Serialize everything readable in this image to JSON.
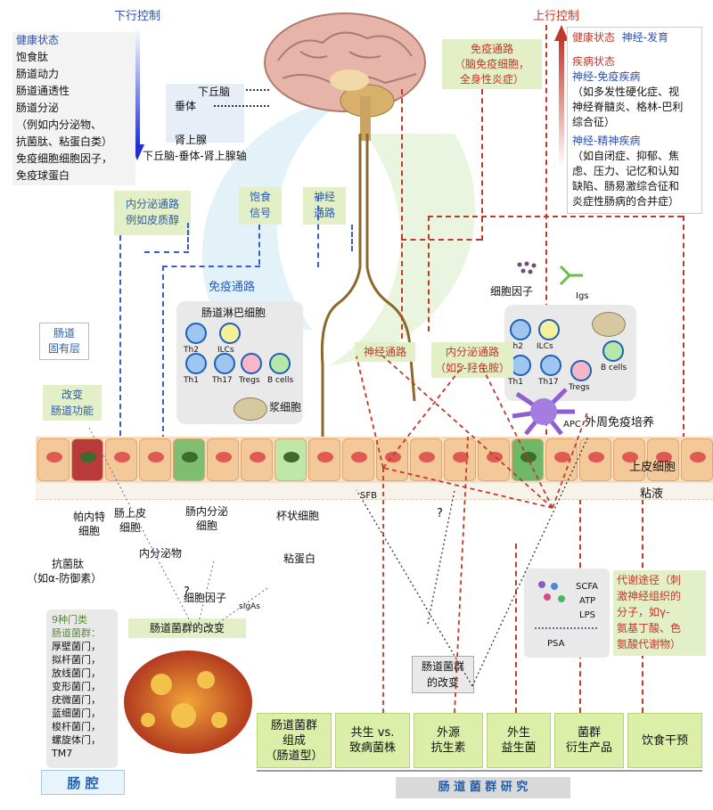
{
  "top": {
    "down_title": "下行控制",
    "up_title": "上行控制"
  },
  "left_panel": {
    "title": "健康状态",
    "items": [
      "饱食肽",
      "肠道动力",
      "肠道通透性",
      "肠道分泌",
      "（例如内分泌物、",
      "抗菌肽、粘蛋白类）",
      "免疫细胞细胞因子，",
      "免疫球蛋白"
    ]
  },
  "right_panel": {
    "health": "健康状态",
    "neuro_dev": "神经-发育",
    "disease": "疾病状态",
    "neuro_immune": "神经-免疫疾病",
    "neuro_immune_desc": [
      "（如多发性硬化症、视",
      "神经脊髓炎、格林-巴利",
      "综合征）"
    ],
    "neuro_psych": "神经-精神疾病",
    "neuro_psych_desc": [
      "（如自闭症、抑郁、焦",
      "虑、压力、记忆和认知",
      "缺陷、肠易激综合征和",
      "炎症性肠病的合并症）"
    ]
  },
  "brain": {
    "hypothalamus": "下丘脑",
    "pituitary": "垂体",
    "adrenal": "肾上腺",
    "hpa_axis": "下丘脑-垂体-肾上腺轴"
  },
  "pathways": {
    "immune_top": [
      "免疫通路",
      "（脑免疫细胞，",
      "全身性炎症）"
    ],
    "endocrine": [
      "内分泌通路",
      "例如皮质醇"
    ],
    "satiety": [
      "饱食",
      "信号"
    ],
    "neural": [
      "神经",
      "通路"
    ],
    "immune_mid": "免疫通路",
    "neural_red": "神经通路",
    "endocrine_red": [
      "内分泌通路",
      "（如5-羟色胺）"
    ]
  },
  "lymph": {
    "title": "肠道淋巴细胞",
    "cells": [
      "Th2",
      "ILCs",
      "Th1",
      "Th17",
      "Tregs",
      "B cells"
    ],
    "plasma": "浆细胞"
  },
  "right_immune": {
    "cytokines": "细胞因子",
    "igs": "Igs",
    "cells": [
      "Th2",
      "ILCs",
      "Th1",
      "Th17",
      "Tregs",
      "B cells"
    ],
    "apc": "APC",
    "peripheral": "外周免疫培养"
  },
  "gut": {
    "lamina": [
      "肠道",
      "固有层"
    ],
    "change_function": [
      "改变",
      "肠道功能"
    ],
    "epithelium": "上皮细胞",
    "mucus": "粘液",
    "paneth": [
      "帕内特",
      "细胞"
    ],
    "epithelial": [
      "肠上皮",
      "细胞"
    ],
    "endocrine_cell": [
      "肠内分泌",
      "细胞"
    ],
    "goblet": "杯状细胞",
    "sfb": "SFB",
    "question1": "?",
    "question2": "?",
    "amp": "抗菌肽",
    "amp_example": "（如α-防御素）",
    "endocrine_secret": "内分泌物",
    "cytokines2": "细胞因子",
    "mucin": "粘蛋白",
    "siga": "sIgAs",
    "microbiota_change": "肠道菌群的改变"
  },
  "phyla": {
    "title": [
      "9种门类",
      "肠道菌群："
    ],
    "items": [
      "厚壁菌门，",
      "拟杆菌门，",
      "放线菌门，",
      "变形菌门，",
      "疣微菌门，",
      "蓝细菌门，",
      "梭杆菌门，",
      "螺旋体门，",
      "TM7"
    ]
  },
  "lumen": "肠  腔",
  "metabolic": {
    "scfa": "SCFA",
    "atp": "ATP",
    "lps": "LPS",
    "psa": "PSA",
    "desc": [
      "代谢途径（刺",
      "激神经组织的",
      "分子，如γ-",
      "氨基丁酸、色",
      "氨酸代谢物）"
    ]
  },
  "microbiota_change2": [
    "肠道菌群",
    "的改变"
  ],
  "research": {
    "boxes": [
      [
        "肠道菌群",
        "组成",
        "（肠道型）"
      ],
      [
        "共生 vs.",
        "致病菌株"
      ],
      [
        "外源",
        "抗生素"
      ],
      [
        "外生",
        "益生菌"
      ],
      [
        "菌群",
        "衍生产品"
      ],
      [
        "饮食干预"
      ]
    ],
    "title": "肠 道 菌 群 研 究"
  },
  "colors": {
    "down_arrow": "#2a3fc8",
    "up_arrow": "#c0392b",
    "green_box": "#dbefa8",
    "cell": "#f3c99a"
  }
}
